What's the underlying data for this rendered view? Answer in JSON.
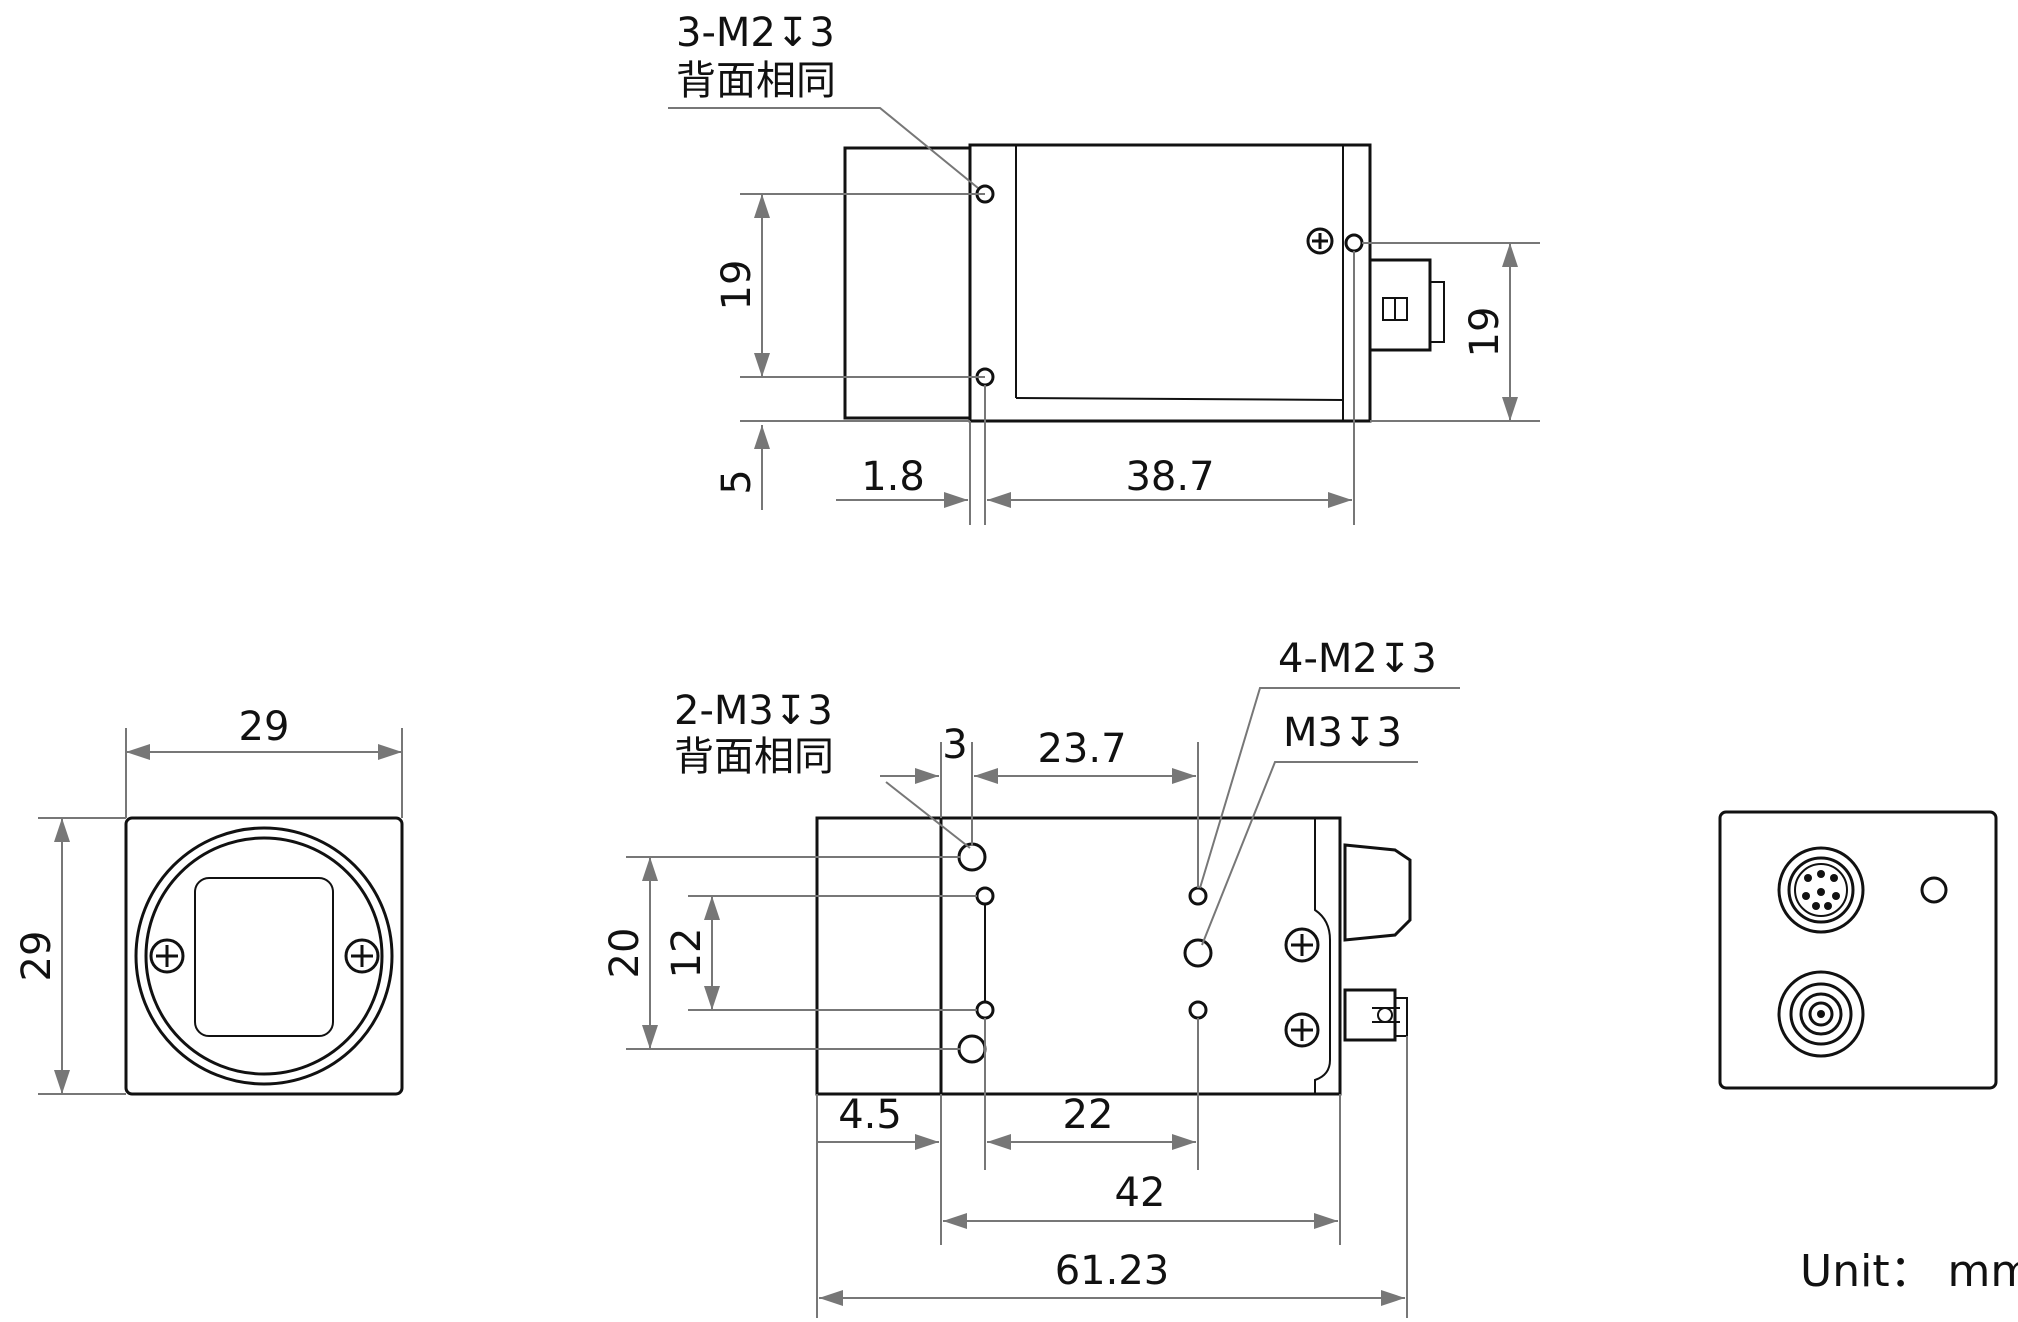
{
  "top_view": {
    "hole_note": "3-M2↧3",
    "hole_note2": "背面相同",
    "dim_19_left": "19",
    "dim_19_right": "19",
    "dim_5": "5",
    "dim_1_8": "1.8",
    "dim_38_7": "38.7"
  },
  "front_view": {
    "width": "29",
    "height": "29"
  },
  "side_view": {
    "note_left": "2-M3↧3",
    "note_left2": "背面相同",
    "note_right_top": "4-M2↧3",
    "note_right": "M3↧3",
    "dim_3": "3",
    "dim_23_7": "23.7",
    "dim_20": "20",
    "dim_12": "12",
    "dim_4_5": "4.5",
    "dim_22": "22",
    "dim_42": "42",
    "dim_61_23": "61.23"
  },
  "rear_view": {},
  "unit_label": "Unit： mm"
}
